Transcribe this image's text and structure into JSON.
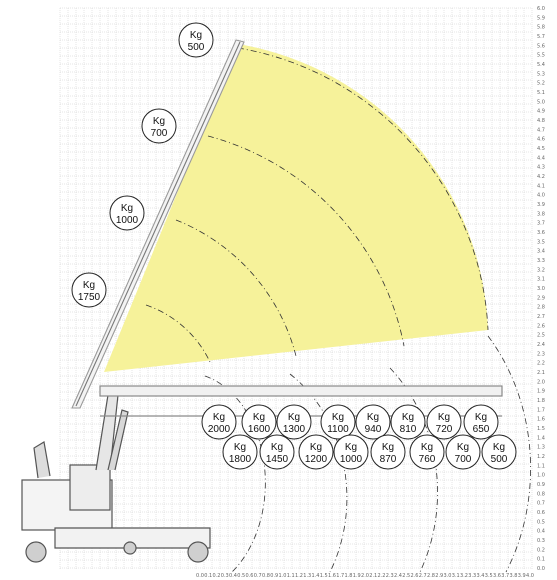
{
  "unit": "Kg",
  "boom_loads": [
    {
      "unit": "Kg",
      "value": "500"
    },
    {
      "unit": "Kg",
      "value": "700"
    },
    {
      "unit": "Kg",
      "value": "1000"
    },
    {
      "unit": "Kg",
      "value": "1750"
    }
  ],
  "jib_loads_top": [
    {
      "unit": "Kg",
      "value": "2000"
    },
    {
      "unit": "Kg",
      "value": "1600"
    },
    {
      "unit": "Kg",
      "value": "1300"
    },
    {
      "unit": "Kg",
      "value": "1100"
    },
    {
      "unit": "Kg",
      "value": "940"
    },
    {
      "unit": "Kg",
      "value": "810"
    },
    {
      "unit": "Kg",
      "value": "720"
    },
    {
      "unit": "Kg",
      "value": "650"
    }
  ],
  "jib_loads_bottom": [
    {
      "unit": "Kg",
      "value": "1800"
    },
    {
      "unit": "Kg",
      "value": "1450"
    },
    {
      "unit": "Kg",
      "value": "1200"
    },
    {
      "unit": "Kg",
      "value": "1000"
    },
    {
      "unit": "Kg",
      "value": "870"
    },
    {
      "unit": "Kg",
      "value": "760"
    },
    {
      "unit": "Kg",
      "value": "700"
    },
    {
      "unit": "Kg",
      "value": "500"
    }
  ],
  "y_axis_ticks": [
    "6.0",
    "5.9",
    "5.8",
    "5.7",
    "5.6",
    "5.5",
    "5.4",
    "5.3",
    "5.2",
    "5.1",
    "5.0",
    "4.9",
    "4.8",
    "4.7",
    "4.6",
    "4.5",
    "4.4",
    "4.3",
    "4.2",
    "4.1",
    "4.0",
    "3.9",
    "3.8",
    "3.7",
    "3.6",
    "3.5",
    "3.4",
    "3.3",
    "3.2",
    "3.1",
    "3.0",
    "2.9",
    "2.8",
    "2.7",
    "2.6",
    "2.5",
    "2.4",
    "2.3",
    "2.2",
    "2.1",
    "2.0",
    "1.9",
    "1.8",
    "1.7",
    "1.6",
    "1.5",
    "1.4",
    "1.3",
    "1.2",
    "1.1",
    "1.0",
    "0.9",
    "0.8",
    "0.7",
    "0.6",
    "0.5",
    "0.4",
    "0.3",
    "0.2",
    "0.1",
    "0.0"
  ],
  "x_axis_ticks": [
    "0.0",
    "0.1",
    "0.2",
    "0.3",
    "0.4",
    "0.5",
    "0.6",
    "0.7",
    "0.8",
    "0.9",
    "1.0",
    "1.1",
    "1.2",
    "1.3",
    "1.4",
    "1.5",
    "1.6",
    "1.7",
    "1.8",
    "1.9",
    "2.0",
    "2.1",
    "2.2",
    "2.3",
    "2.4",
    "2.5",
    "2.6",
    "2.7",
    "2.8",
    "2.9",
    "3.0",
    "3.1",
    "3.2",
    "3.3",
    "3.4",
    "3.5",
    "3.6",
    "3.7",
    "3.8",
    "3.9",
    "4.0"
  ],
  "colors": {
    "envelope": "#f6f29a",
    "grid": "#c9c9c9",
    "machine": "#555555",
    "boom": "#9a9a9a"
  }
}
